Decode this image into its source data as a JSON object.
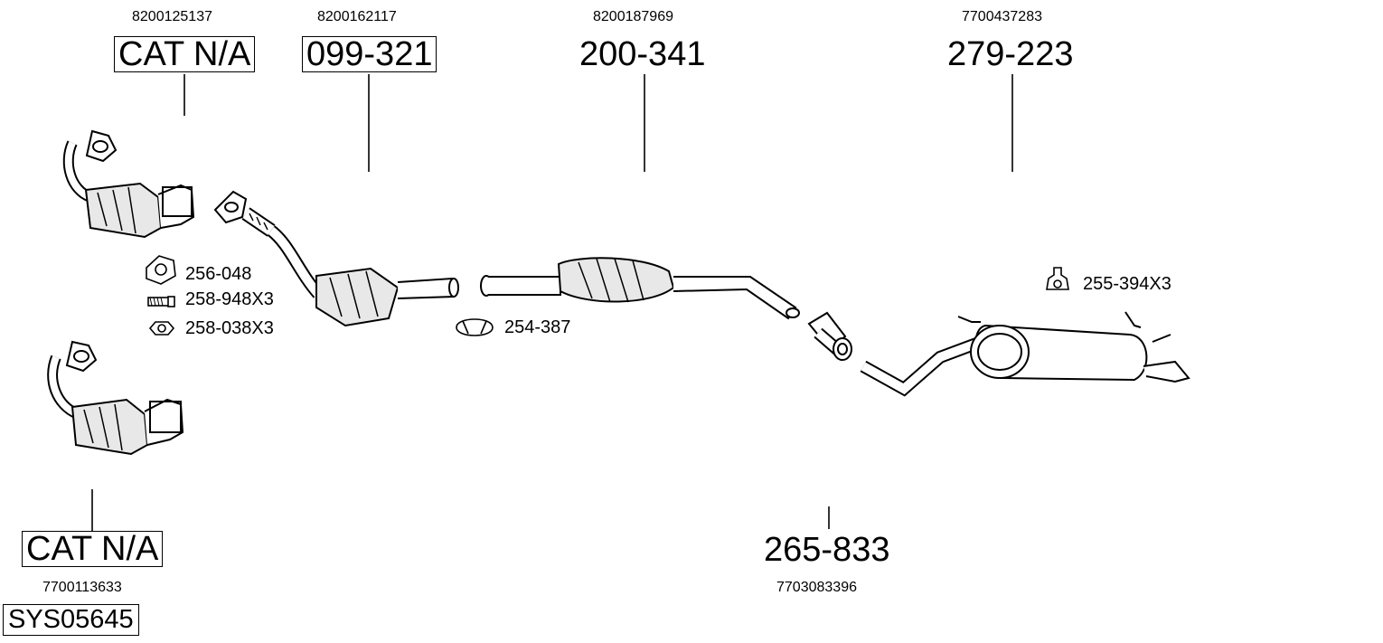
{
  "diagram": {
    "system_code": "SYS05645",
    "parts": [
      {
        "id": "cat-upper",
        "part_number": "CAT N/A",
        "oem": "8200125137",
        "boxed": true
      },
      {
        "id": "front-pipe",
        "part_number": "099-321",
        "oem": "8200162117",
        "boxed": true
      },
      {
        "id": "catalyst-center",
        "part_number": "200-341",
        "oem": "8200187969",
        "boxed": false
      },
      {
        "id": "rear-silencer",
        "part_number": "279-223",
        "oem": "7700437283",
        "boxed": false
      },
      {
        "id": "cat-lower",
        "part_number": "CAT N/A",
        "oem": "7700113633",
        "boxed": true
      },
      {
        "id": "connector-pipe",
        "part_number": "265-833",
        "oem": "7703083396",
        "boxed": false
      }
    ],
    "accessories": [
      {
        "id": "gasket",
        "label": "256-048",
        "icon": "gasket-icon"
      },
      {
        "id": "bolt",
        "label": "258-948X3",
        "icon": "bolt-icon"
      },
      {
        "id": "nut",
        "label": "258-038X3",
        "icon": "nut-icon"
      },
      {
        "id": "clamp",
        "label": "254-387",
        "icon": "clamp-icon"
      },
      {
        "id": "rubber-mount",
        "label": "255-394X3",
        "icon": "rubber-mount-icon"
      }
    ]
  }
}
